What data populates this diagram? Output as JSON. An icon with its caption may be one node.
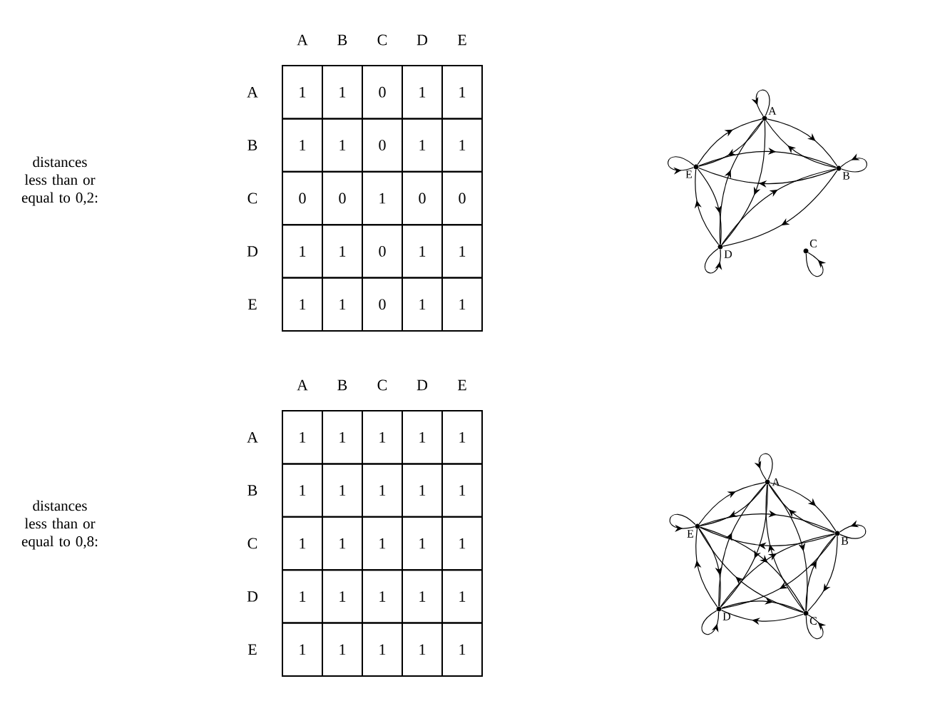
{
  "diagram": {
    "nodes": [
      {
        "text": [
          "A"
        ]
      },
      {
        "text": [
          "B"
        ]
      },
      {
        "text": [
          "C"
        ]
      },
      {
        "text": [
          "D"
        ]
      },
      {
        "text": [
          "E"
        ]
      },
      {
        "text": [
          "A"
        ]
      },
      {
        "text": [
          "B"
        ]
      },
      {
        "text": [
          "C"
        ]
      },
      {
        "text": [
          "D"
        ]
      },
      {
        "text": [
          "E"
        ]
      }
    ],
    "edges": [
      {
        "from": 0,
        "to": 1,
        "arrow": "to"
      },
      {
        "from": 1,
        "to": 0,
        "arrow": "to"
      },
      {
        "from": 0,
        "to": 3,
        "arrow": "to"
      },
      {
        "from": 3,
        "to": 0,
        "arrow": "to"
      },
      {
        "from": 0,
        "to": 4,
        "arrow": "to"
      },
      {
        "from": 4,
        "to": 0,
        "arrow": "to"
      },
      {
        "from": 1,
        "to": 3,
        "arrow": "to"
      },
      {
        "from": 3,
        "to": 1,
        "arrow": "to"
      },
      {
        "from": 1,
        "to": 4,
        "arrow": "to"
      },
      {
        "from": 4,
        "to": 1,
        "arrow": "to"
      },
      {
        "from": 3,
        "to": 4,
        "arrow": "to"
      },
      {
        "from": 4,
        "to": 3,
        "arrow": "to"
      },
      {
        "from": 0,
        "to": 0,
        "arrow": "to"
      },
      {
        "from": 1,
        "to": 1,
        "arrow": "to"
      },
      {
        "from": 2,
        "to": 2,
        "arrow": "to"
      },
      {
        "from": 3,
        "to": 3,
        "arrow": "to"
      },
      {
        "from": 4,
        "to": 4,
        "arrow": "to"
      },
      {
        "from": 5,
        "to": 6,
        "arrow": "to"
      },
      {
        "from": 6,
        "to": 5,
        "arrow": "to"
      },
      {
        "from": 5,
        "to": 7,
        "arrow": "to"
      },
      {
        "from": 7,
        "to": 5,
        "arrow": "to"
      },
      {
        "from": 5,
        "to": 8,
        "arrow": "to"
      },
      {
        "from": 8,
        "to": 5,
        "arrow": "to"
      },
      {
        "from": 5,
        "to": 9,
        "arrow": "to"
      },
      {
        "from": 9,
        "to": 5,
        "arrow": "to"
      },
      {
        "from": 6,
        "to": 7,
        "arrow": "to"
      },
      {
        "from": 7,
        "to": 6,
        "arrow": "to"
      },
      {
        "from": 6,
        "to": 8,
        "arrow": "to"
      },
      {
        "from": 8,
        "to": 6,
        "arrow": "to"
      },
      {
        "from": 6,
        "to": 9,
        "arrow": "to"
      },
      {
        "from": 9,
        "to": 6,
        "arrow": "to"
      },
      {
        "from": 7,
        "to": 8,
        "arrow": "to"
      },
      {
        "from": 8,
        "to": 7,
        "arrow": "to"
      },
      {
        "from": 7,
        "to": 9,
        "arrow": "to"
      },
      {
        "from": 9,
        "to": 7,
        "arrow": "to"
      },
      {
        "from": 8,
        "to": 9,
        "arrow": "to"
      },
      {
        "from": 9,
        "to": 8,
        "arrow": "to"
      },
      {
        "from": 5,
        "to": 5,
        "arrow": "to"
      },
      {
        "from": 6,
        "to": 6,
        "arrow": "to"
      },
      {
        "from": 7,
        "to": 7,
        "arrow": "to"
      },
      {
        "from": 8,
        "to": 8,
        "arrow": "to"
      },
      {
        "from": 9,
        "to": 9,
        "arrow": "to"
      }
    ],
    "labels": [
      "distances less than or equal to 0,2:",
      "A",
      "B",
      "C",
      "D",
      "E",
      "A",
      "1",
      "1",
      "0",
      "1",
      "1",
      "B",
      "1",
      "1",
      "0",
      "1",
      "1",
      "C",
      "0",
      "0",
      "1",
      "0",
      "0",
      "D",
      "1",
      "1",
      "0",
      "1",
      "1",
      "E",
      "1",
      "1",
      "0",
      "1",
      "1",
      "distances less than or equal to 0,8:",
      "A",
      "B",
      "C",
      "D",
      "E",
      "A",
      "1",
      "1",
      "1",
      "1",
      "1",
      "B",
      "1",
      "1",
      "1",
      "1",
      "1",
      "C",
      "1",
      "1",
      "1",
      "1",
      "1",
      "D",
      "1",
      "1",
      "1",
      "1",
      "1",
      "E",
      "1",
      "1",
      "1",
      "1",
      "1"
    ]
  }
}
